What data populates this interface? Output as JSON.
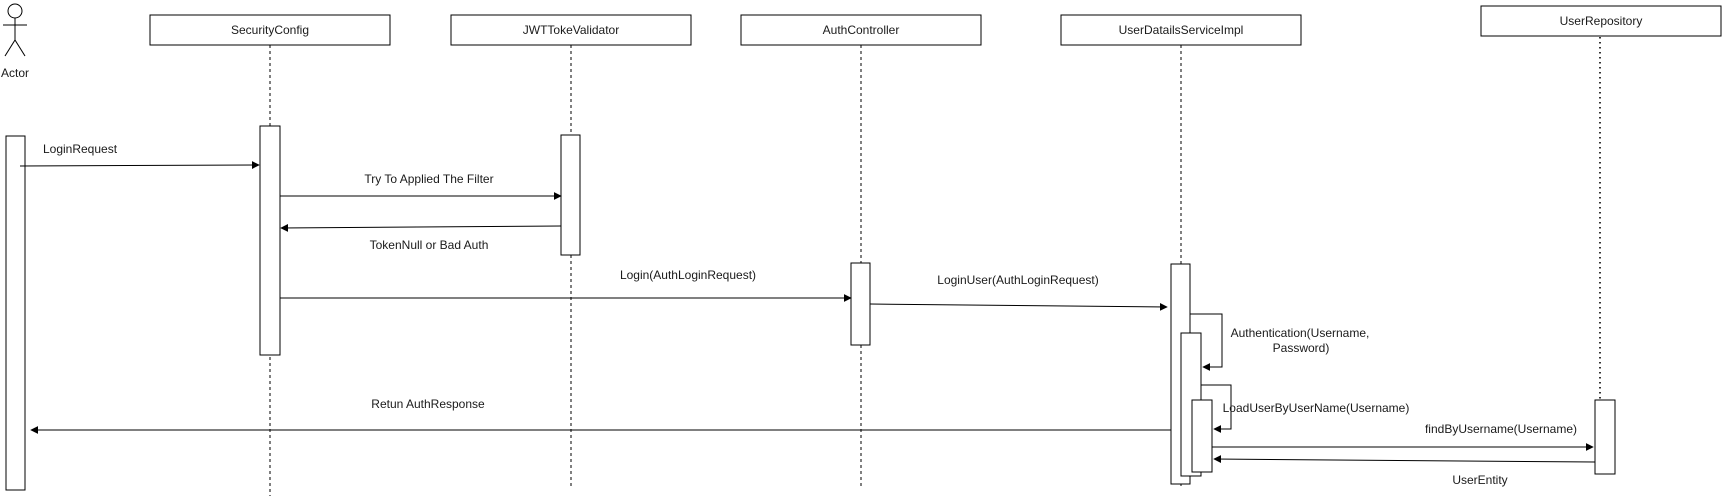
{
  "actor": {
    "label": "Actor"
  },
  "participants": [
    {
      "id": "security_config",
      "label": "SecurityConfig"
    },
    {
      "id": "jwt_validator",
      "label": "JWTTokeValidator"
    },
    {
      "id": "auth_controller",
      "label": "AuthController"
    },
    {
      "id": "user_details_service",
      "label": "UserDatailsServiceImpl"
    },
    {
      "id": "user_repository",
      "label": "UserRepository"
    }
  ],
  "messages": [
    {
      "id": "login_request",
      "label": "LoginRequest"
    },
    {
      "id": "apply_filter",
      "label": "Try To Applied The Filter"
    },
    {
      "id": "token_null",
      "label": "TokenNull or Bad Auth"
    },
    {
      "id": "login",
      "label": "Login(AuthLoginRequest)"
    },
    {
      "id": "login_user",
      "label": "LoginUser(AuthLoginRequest)"
    },
    {
      "id": "authentication",
      "label_lines": [
        "Authentication(Username,",
        "Password)"
      ]
    },
    {
      "id": "load_user",
      "label": "LoadUserByUserName(Username)"
    },
    {
      "id": "retun_auth_response",
      "label": "Retun AuthResponse"
    },
    {
      "id": "find_by_username",
      "label": "findByUsername(Username)"
    },
    {
      "id": "user_entity",
      "label": "UserEntity"
    }
  ]
}
